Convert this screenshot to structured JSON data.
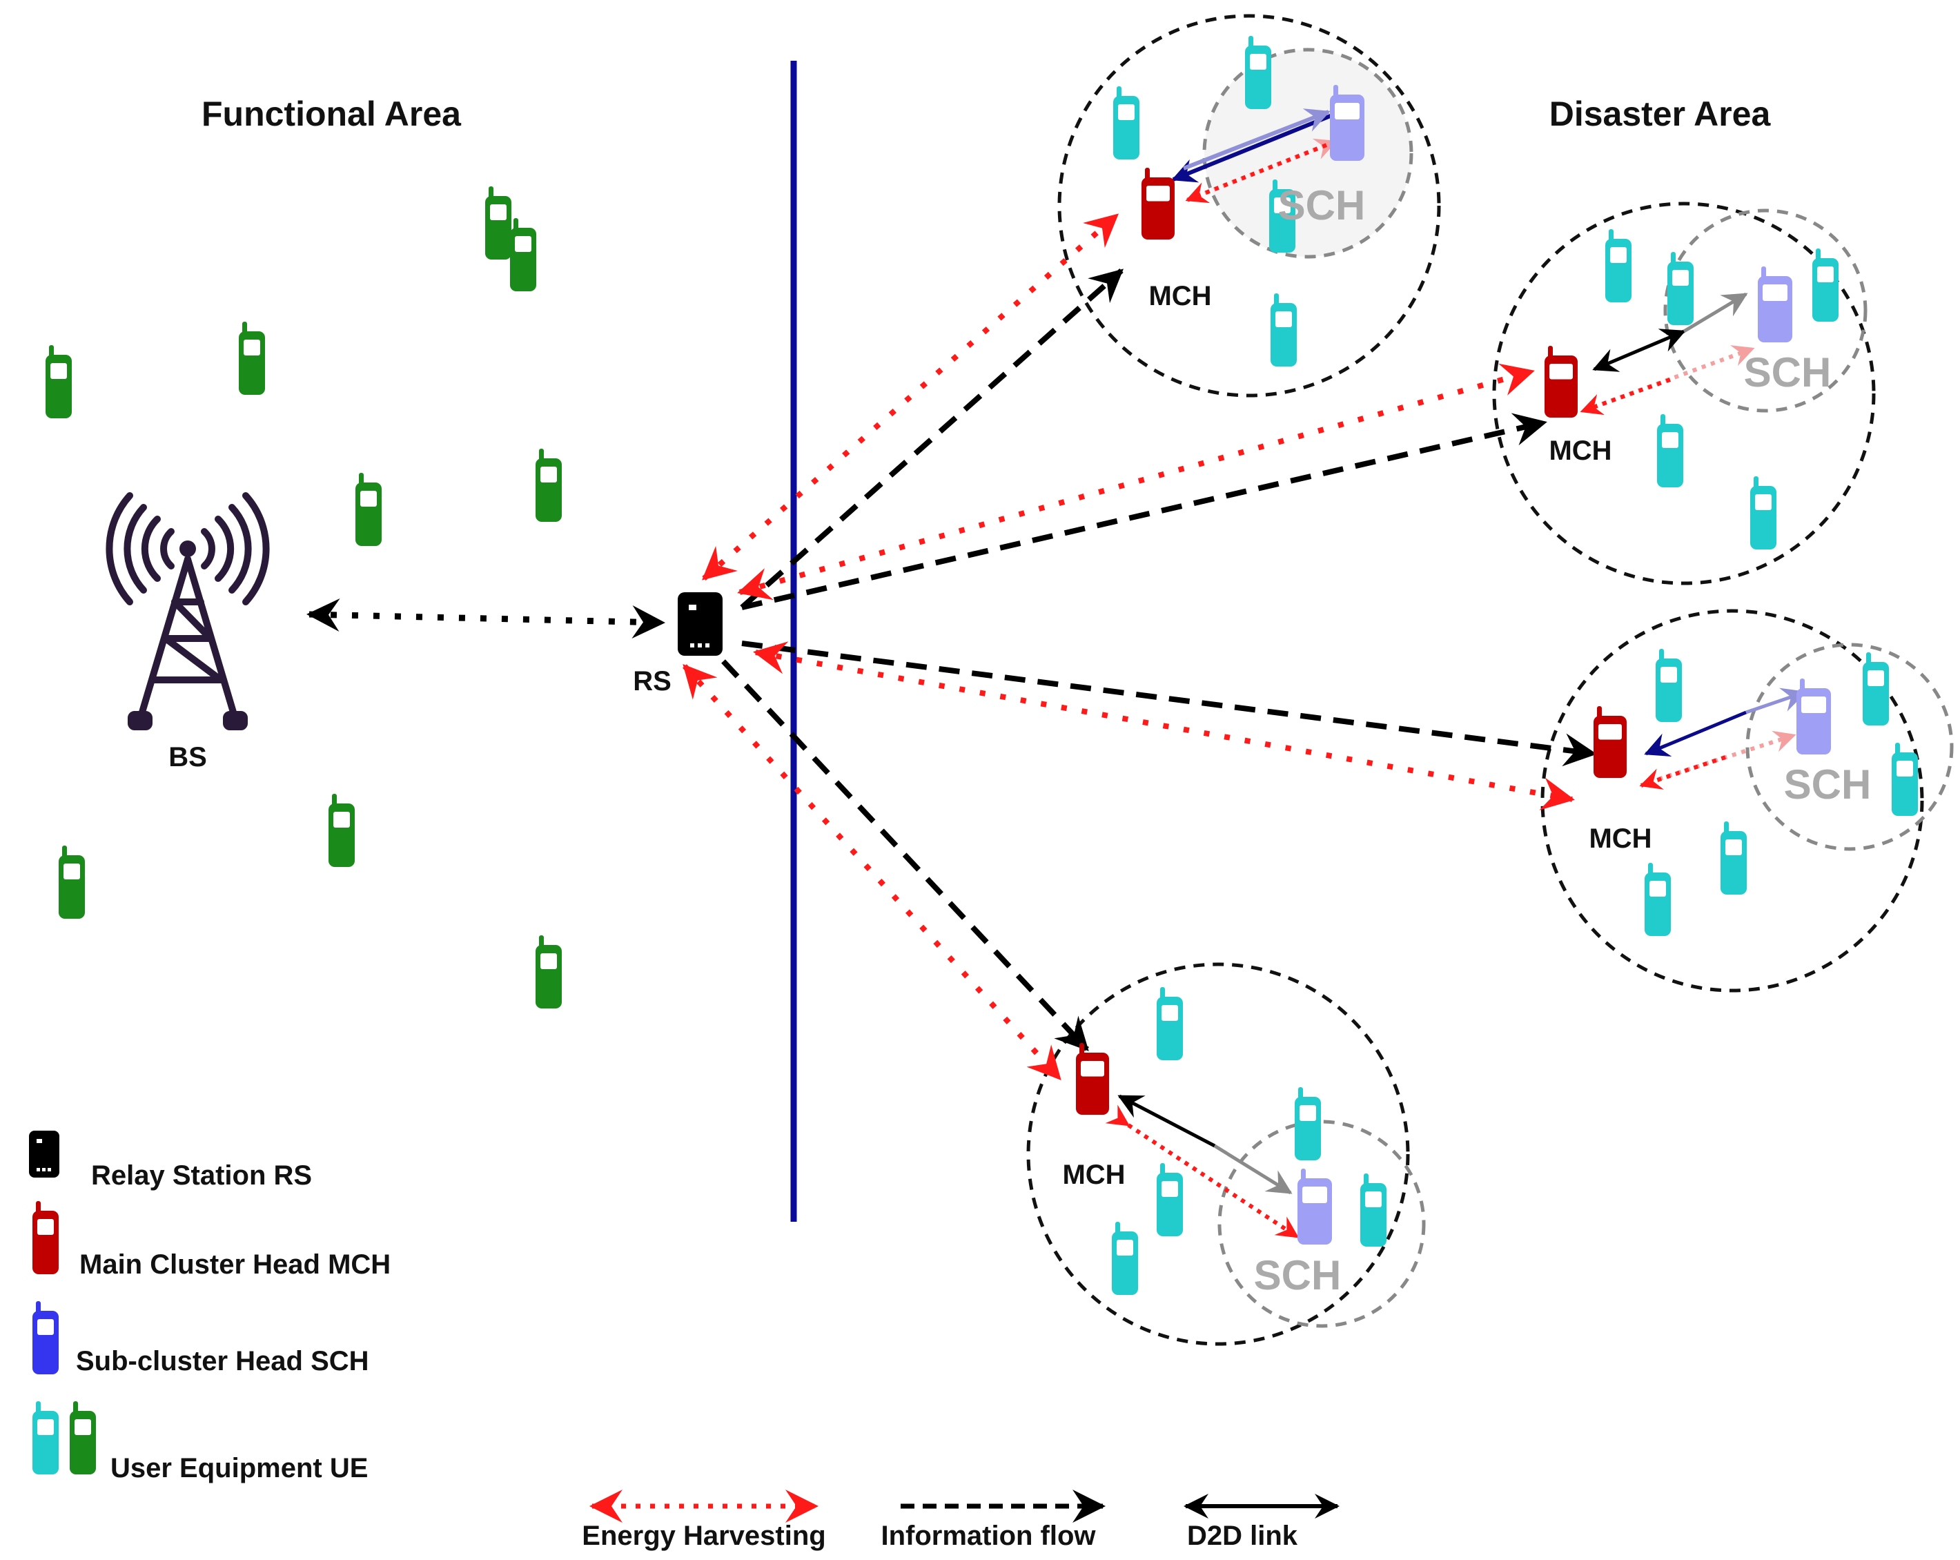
{
  "areas": {
    "functional_label": "Functional Area",
    "disaster_label": "Disaster Area"
  },
  "nodes": {
    "bs_label": "BS",
    "rs_label": "RS",
    "mch_label": "MCH",
    "sch_label": "SCH"
  },
  "legend": {
    "relay_station": "Relay Station RS",
    "main_cluster_head": "Main Cluster Head MCH",
    "sub_cluster_head": "Sub-cluster Head SCH",
    "user_equipment": "User Equipment UE"
  },
  "bottom_legend": {
    "energy_harvesting": "Energy Harvesting",
    "information_flow": "Information flow",
    "d2d_link": "D2D link"
  },
  "colors": {
    "functional_ue": "#1a8a1a",
    "disaster_ue": "#22cccc",
    "mch": "#c00000",
    "sch": "#9f9ff5",
    "sch_legend": "#3535f0",
    "relay_station": "#000000",
    "tower": "#2a1a3a",
    "divider": "#0b0b9a",
    "energy_harvesting": "#ff1a1a",
    "information_flow": "#000000",
    "sub_cluster_circle": "#888888"
  },
  "icons": {
    "tower": "cell-tower-icon",
    "relay": "relay-station-icon",
    "phone": "mobile-phone-icon"
  }
}
